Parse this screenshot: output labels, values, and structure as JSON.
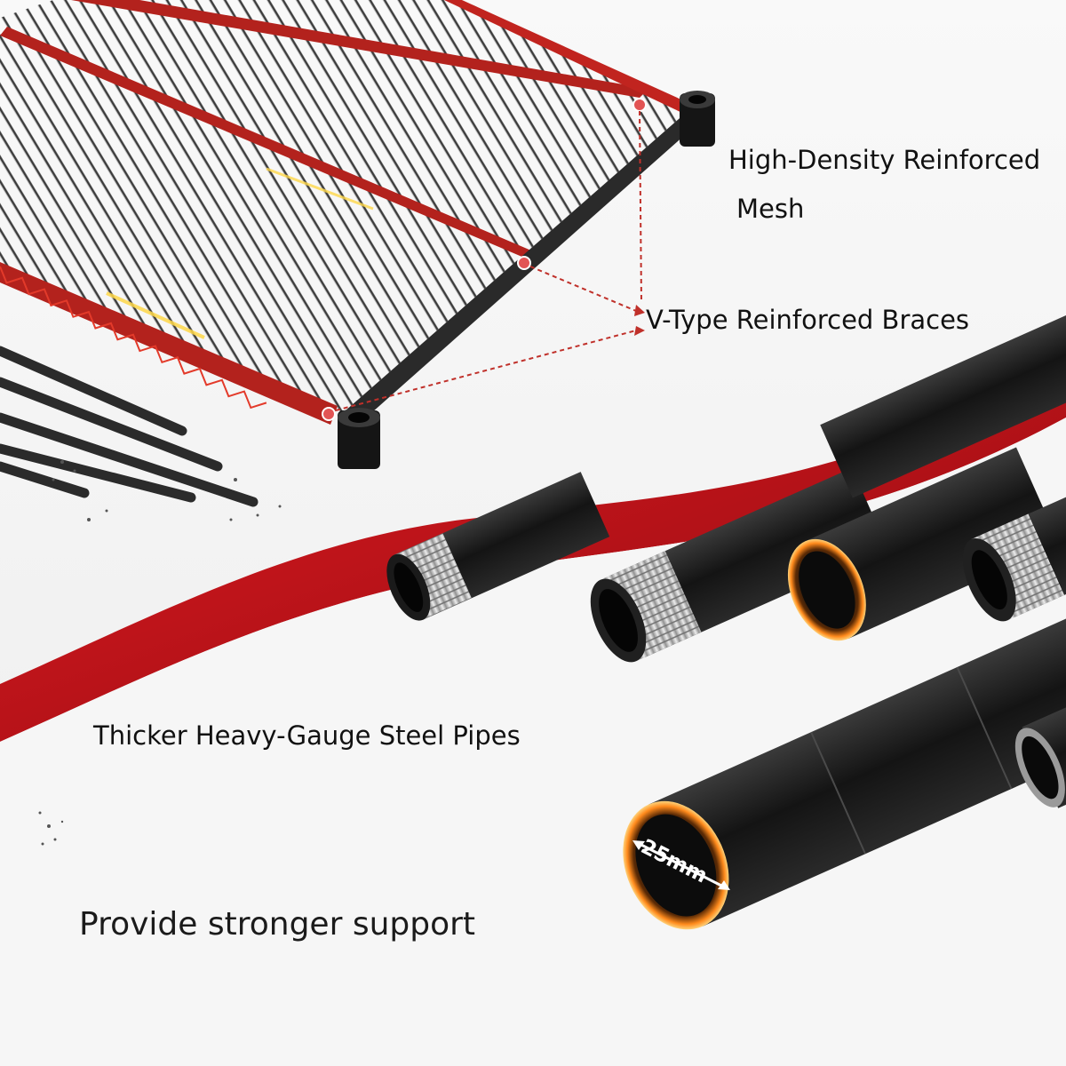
{
  "labels": {
    "mesh_line1": "High-Density Reinforced",
    "mesh_line2": "Mesh",
    "braces": "V-Type Reinforced Braces",
    "pipes": "Thicker Heavy-Gauge Steel Pipes",
    "support": "Provide stronger support",
    "diameter": "25mm"
  },
  "colors": {
    "accent_red": "#c8101a",
    "shelf_highlight": "#b3221d",
    "pipe_black": "#1b1b1b",
    "thread_silver": "#c9c9c9",
    "glow_orange": "#ff8a1c"
  },
  "icons": {
    "shelf": "wire-shelf-illustration",
    "pipes": "steel-pipe-illustration",
    "callout": "dashed-callout-arrow"
  }
}
